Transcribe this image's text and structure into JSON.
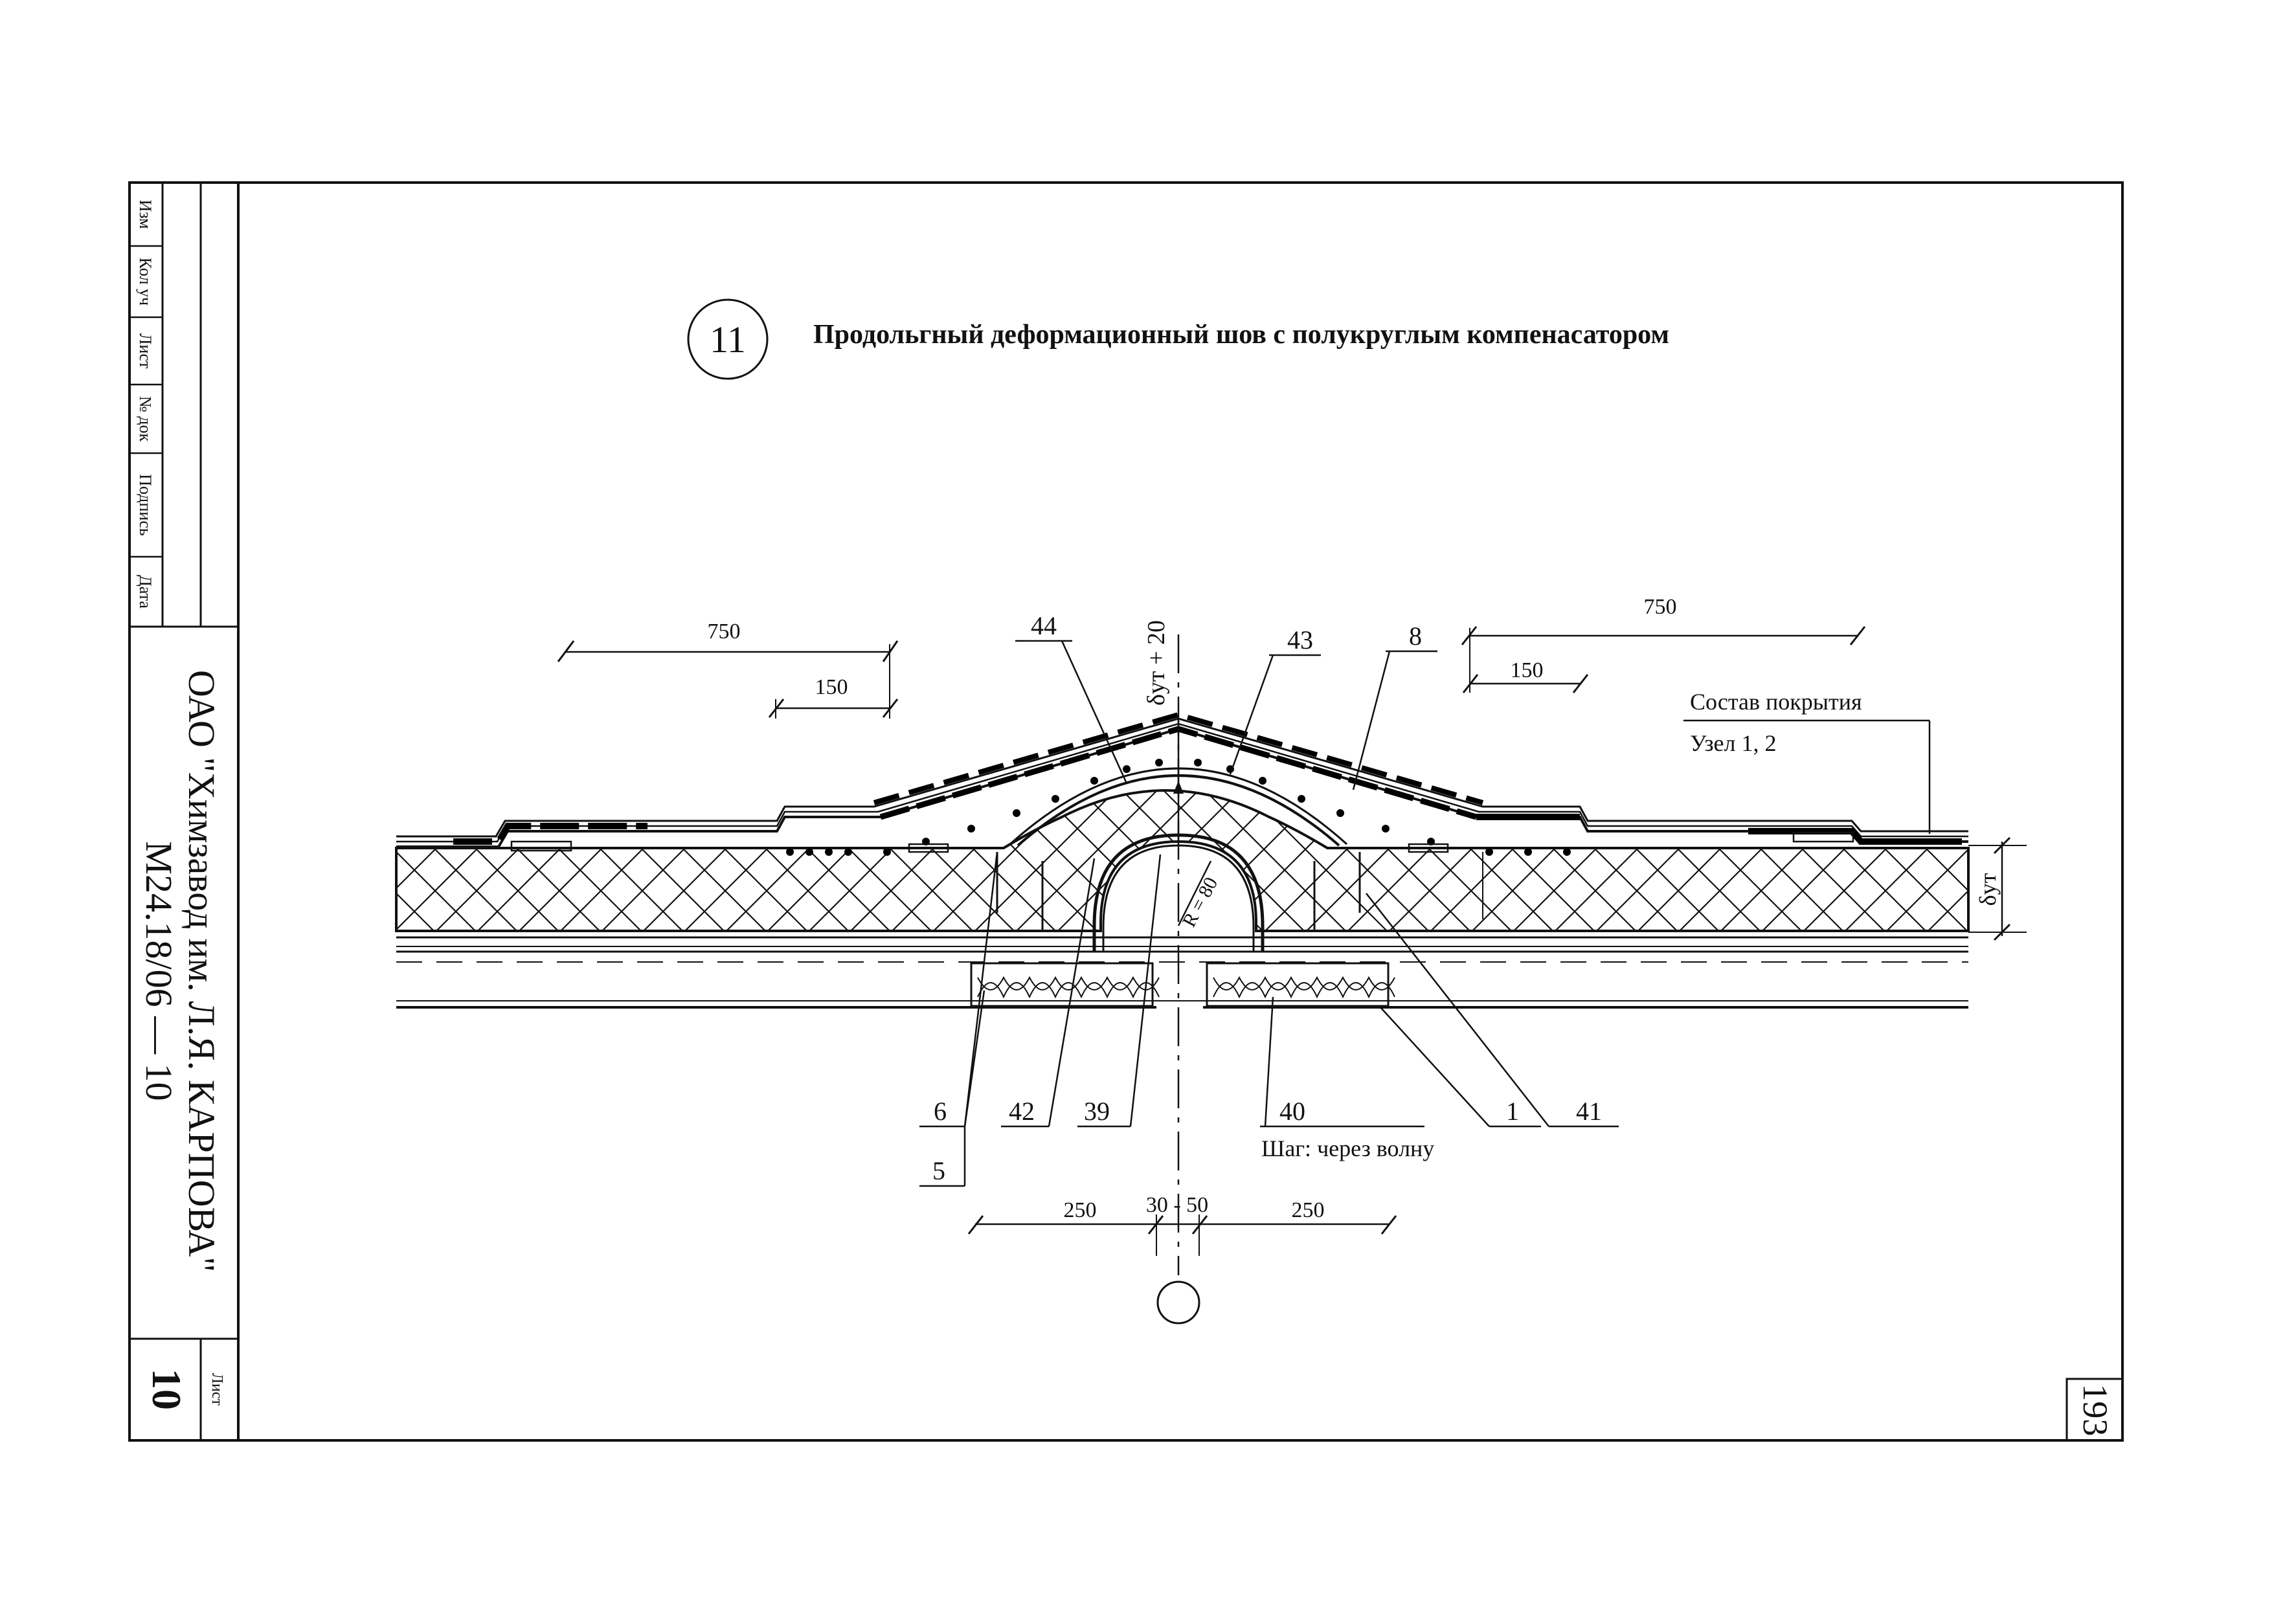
{
  "title": {
    "node_number": "11",
    "text": "Продольгный деформационный шов с полукруглым компенасатором"
  },
  "stamp": {
    "columns": [
      "Изм",
      "Кол уч",
      "Лист",
      "№ док",
      "Подпись",
      "Дата"
    ],
    "organization": "ОАО \"Химзавод им. Л.Я. КАРПОВА\"",
    "code": "М24.18/06 — 10",
    "sheet_label": "Лист",
    "sheet_number": "10"
  },
  "page_number": "193",
  "dimensions": {
    "left_750": "750",
    "left_150": "150",
    "right_750": "750",
    "right_150": "150",
    "top_center": "δут + 20",
    "radius": "R = 80",
    "right_thickness": "δут",
    "bottom_left_250": "250",
    "bottom_gap": "30 - 50",
    "bottom_right_250": "250"
  },
  "callouts": {
    "c44": "44",
    "c43": "43",
    "c8": "8",
    "c6": "6",
    "c5": "5",
    "c42": "42",
    "c39": "39",
    "c40": "40",
    "c1": "1",
    "c41": "41"
  },
  "notes": {
    "composition_title": "Состав покрытия",
    "composition_ref": "Узел 1, 2",
    "step": "Шаг: через волну"
  }
}
